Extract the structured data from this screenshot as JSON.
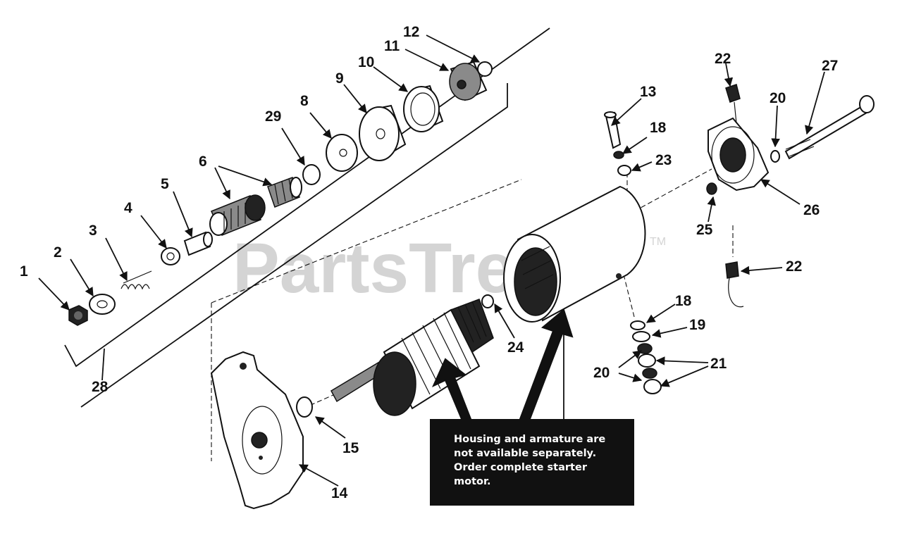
{
  "diagram": {
    "watermark": {
      "text": "PartsTree",
      "trademark": "TM"
    },
    "note": {
      "lines": [
        "Housing and armature are",
        "not available separately.",
        "Order complete starter",
        "motor."
      ]
    },
    "colors": {
      "ink": "#111111",
      "paper": "#ffffff",
      "note_bg": "#111111",
      "watermark": "#d4d4d4"
    },
    "callouts": [
      {
        "id": "c1",
        "label": "1"
      },
      {
        "id": "c2",
        "label": "2"
      },
      {
        "id": "c3",
        "label": "3"
      },
      {
        "id": "c4",
        "label": "4"
      },
      {
        "id": "c5",
        "label": "5"
      },
      {
        "id": "c6",
        "label": "6"
      },
      {
        "id": "c8",
        "label": "8"
      },
      {
        "id": "c9",
        "label": "9"
      },
      {
        "id": "c10",
        "label": "10"
      },
      {
        "id": "c11",
        "label": "11"
      },
      {
        "id": "c12",
        "label": "12"
      },
      {
        "id": "c13",
        "label": "13"
      },
      {
        "id": "c14",
        "label": "14"
      },
      {
        "id": "c15",
        "label": "15"
      },
      {
        "id": "c18a",
        "label": "18"
      },
      {
        "id": "c18b",
        "label": "18"
      },
      {
        "id": "c19",
        "label": "19"
      },
      {
        "id": "c20a",
        "label": "20"
      },
      {
        "id": "c20b",
        "label": "20"
      },
      {
        "id": "c21",
        "label": "21"
      },
      {
        "id": "c22a",
        "label": "22"
      },
      {
        "id": "c22b",
        "label": "22"
      },
      {
        "id": "c23",
        "label": "23"
      },
      {
        "id": "c24",
        "label": "24"
      },
      {
        "id": "c25",
        "label": "25"
      },
      {
        "id": "c26",
        "label": "26"
      },
      {
        "id": "c27",
        "label": "27"
      },
      {
        "id": "c28",
        "label": "28"
      },
      {
        "id": "c29",
        "label": "29"
      }
    ]
  }
}
